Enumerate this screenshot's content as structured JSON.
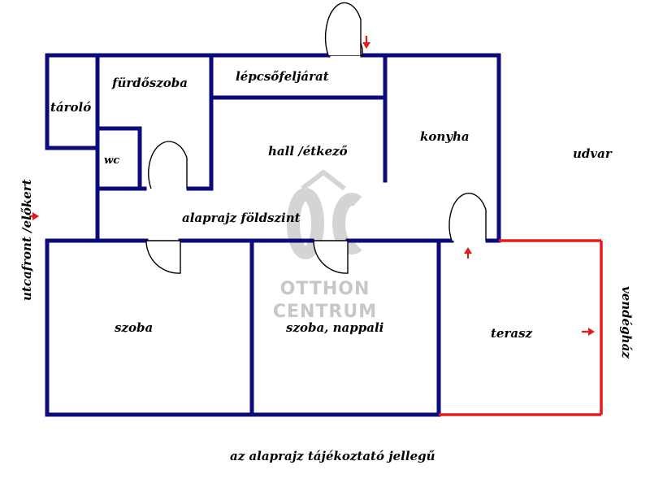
{
  "rooms": {
    "taroló": "tároló",
    "furdoszoba": "fürdőszoba",
    "lepcsofeljarat": "lépcsőfeljárat",
    "wc": "wc",
    "hall": "hall /étkező",
    "konyha": "konyha",
    "udvar": "udvar",
    "alaprajz": "alaprajz földszint",
    "szoba": "szoba",
    "nappali": "szoba, nappali",
    "terasz": "terasz"
  },
  "side_labels": {
    "left": "utcafront /előkert",
    "right": "vendégház"
  },
  "footer_note": "az alaprajz tájékoztató jellegű",
  "watermark": {
    "logo": "ÔC",
    "line1": "OTTHON",
    "line2": "CENTRUM"
  },
  "colors": {
    "wall": "#0b0b7e",
    "terrace": "#e31b1b",
    "arrow": "#e31b1b",
    "watermark": "#c7c7c7"
  }
}
